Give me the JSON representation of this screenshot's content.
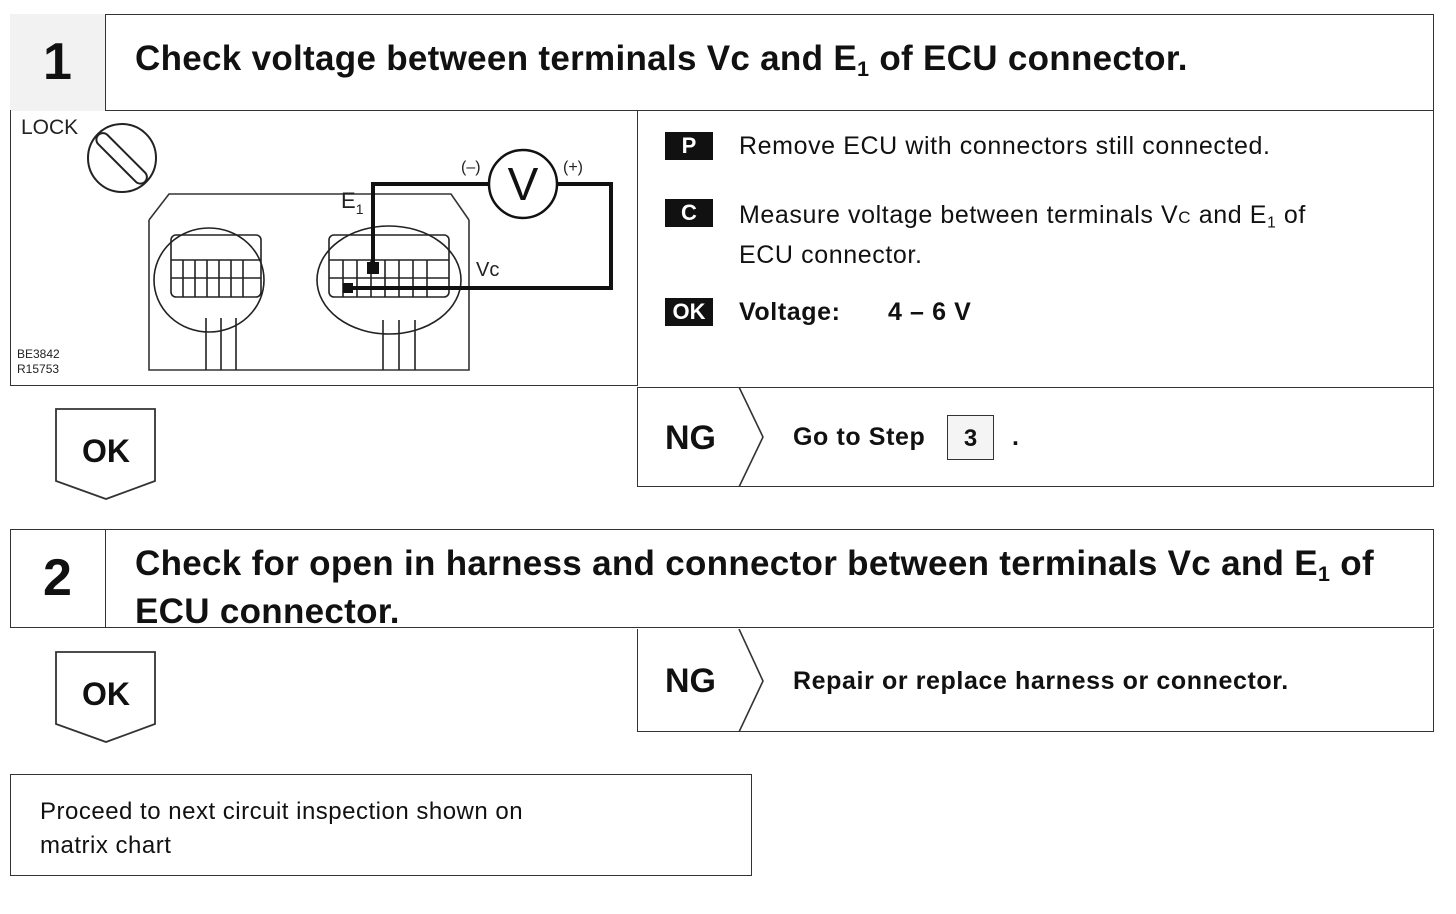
{
  "step1": {
    "number": "1",
    "title_pre": "Check voltage between terminals Vc and E",
    "title_sub": "1",
    "title_post": " of ECU connector.",
    "figure": {
      "lock_label": "LOCK",
      "meter_label": "V",
      "minus_label": "(–)",
      "plus_label": "(+)",
      "e1_label": "E",
      "e1_sub": "1",
      "vc_label": "Vc",
      "code1": "BE3842",
      "code2": "R15753"
    },
    "instructions": {
      "p_tag": "P",
      "p_text": "Remove ECU with connectors still connected.",
      "c_tag": "C",
      "c_text_pre": "Measure voltage between terminals V",
      "c_text_small": "C",
      "c_text_mid": " and E",
      "c_text_sub": "1",
      "c_text_post": " of",
      "c_text_line2": "ECU connector.",
      "ok_tag": "OK",
      "ok_label": "Voltage:",
      "ok_value": "4 – 6 V"
    },
    "ok_label": "OK",
    "ng_label": "NG",
    "ng_text": "Go to Step",
    "ng_step": "3",
    "ng_period": "."
  },
  "step2": {
    "number": "2",
    "title_line1_pre": "Check for open in harness and connector between terminals Vc and E",
    "title_line1_sub": "1",
    "title_line1_post": " of",
    "title_line2": "ECU connector.",
    "ok_label": "OK",
    "ng_label": "NG",
    "ng_text": "Repair or replace harness or connector."
  },
  "final": {
    "line1": "Proceed to next circuit inspection shown on",
    "line2": "matrix chart"
  }
}
